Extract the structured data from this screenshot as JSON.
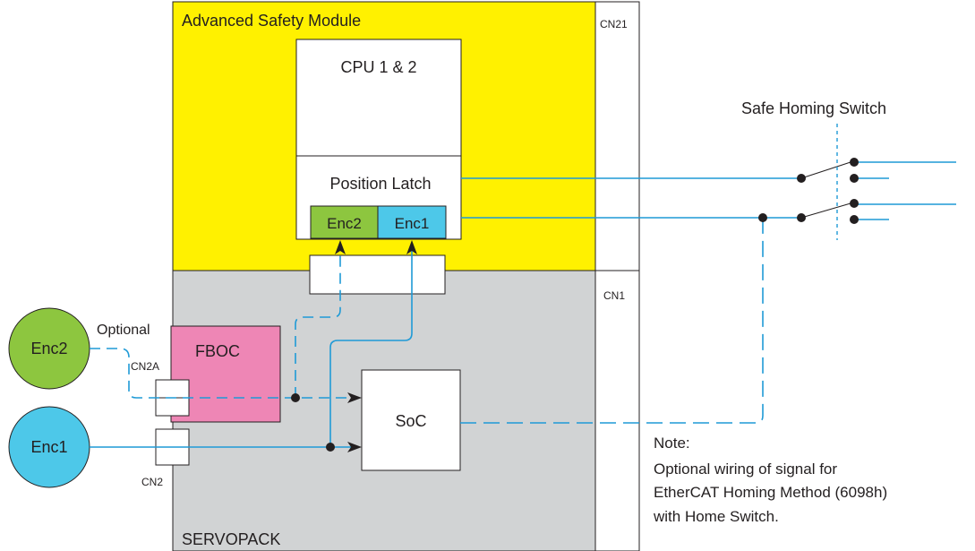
{
  "colors": {
    "yellow": "#fff100",
    "gray": "#d1d3d4",
    "wire": "#1f9ad6",
    "green": "#8dc63f",
    "cyan": "#4dc8e9",
    "pink": "#ee86b5",
    "line": "#231f20"
  },
  "labels": {
    "module": "Advanced Safety Module",
    "servopack": "SERVOPACK",
    "cn21": "CN21",
    "cn1": "CN1",
    "cpu": "CPU 1 & 2",
    "position_latch": "Position Latch",
    "latch_enc2": "Enc2",
    "latch_enc1": "Enc1",
    "fboc": "FBOC",
    "soc": "SoC",
    "motor_enc2": "Enc2",
    "motor_enc1": "Enc1",
    "optional": "Optional",
    "cn2a": "CN2A",
    "cn2": "CN2",
    "homing_switch": "Safe Homing Switch",
    "note_title": "Note:",
    "note_lines": [
      "Optional wiring of signal for",
      "EtherCAT Homing Method (6098h)",
      "with Home Switch."
    ]
  }
}
